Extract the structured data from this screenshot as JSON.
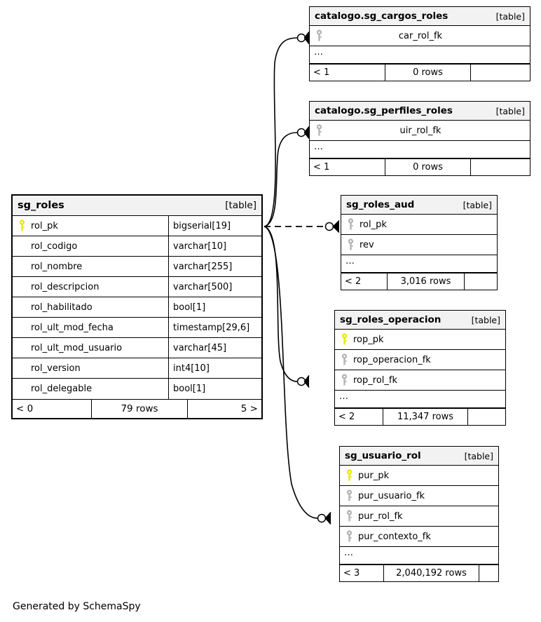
{
  "diagram": {
    "credit": "Generated by SchemaSpy",
    "table_tag": "[table]",
    "ellipsis": "…",
    "colors": {
      "header_bg": "#f2f2f2",
      "border": "#000000",
      "pk_key": "#e8e800",
      "fk_key": "#b3b3b3",
      "edge": "#000000"
    }
  },
  "tables": {
    "sg_roles": {
      "name": "sg_roles",
      "tag": "[table]",
      "columns": [
        {
          "name": "rol_pk",
          "type": "bigserial[19]",
          "key": "pk"
        },
        {
          "name": "rol_codigo",
          "type": "varchar[10]",
          "key": "none"
        },
        {
          "name": "rol_nombre",
          "type": "varchar[255]",
          "key": "none"
        },
        {
          "name": "rol_descripcion",
          "type": "varchar[500]",
          "key": "none"
        },
        {
          "name": "rol_habilitado",
          "type": "bool[1]",
          "key": "none"
        },
        {
          "name": "rol_ult_mod_fecha",
          "type": "timestamp[29,6]",
          "key": "none"
        },
        {
          "name": "rol_ult_mod_usuario",
          "type": "varchar[45]",
          "key": "none"
        },
        {
          "name": "rol_version",
          "type": "int4[10]",
          "key": "none"
        },
        {
          "name": "rol_delegable",
          "type": "bool[1]",
          "key": "none"
        }
      ],
      "footer": {
        "left": "< 0",
        "middle": "79 rows",
        "right": "5 >"
      }
    },
    "cargos_roles": {
      "name": "catalogo.sg_cargos_roles",
      "tag": "[table]",
      "columns": [
        {
          "name": "car_rol_fk",
          "type": "",
          "key": "fk"
        }
      ],
      "footer": {
        "left": "< 1",
        "middle": "0 rows",
        "right": ""
      }
    },
    "perfiles_roles": {
      "name": "catalogo.sg_perfiles_roles",
      "tag": "[table]",
      "columns": [
        {
          "name": "uir_rol_fk",
          "type": "",
          "key": "fk"
        }
      ],
      "footer": {
        "left": "< 1",
        "middle": "0 rows",
        "right": ""
      }
    },
    "roles_aud": {
      "name": "sg_roles_aud",
      "tag": "[table]",
      "columns": [
        {
          "name": "rol_pk",
          "type": "",
          "key": "fk"
        },
        {
          "name": "rev",
          "type": "",
          "key": "fk"
        }
      ],
      "footer": {
        "left": "< 2",
        "middle": "3,016 rows",
        "right": ""
      }
    },
    "roles_operacion": {
      "name": "sg_roles_operacion",
      "tag": "[table]",
      "columns": [
        {
          "name": "rop_pk",
          "type": "",
          "key": "pk"
        },
        {
          "name": "rop_operacion_fk",
          "type": "",
          "key": "fk"
        },
        {
          "name": "rop_rol_fk",
          "type": "",
          "key": "fk"
        }
      ],
      "footer": {
        "left": "< 2",
        "middle": "11,347 rows",
        "right": ""
      }
    },
    "usuario_rol": {
      "name": "sg_usuario_rol",
      "tag": "[table]",
      "columns": [
        {
          "name": "pur_pk",
          "type": "",
          "key": "pk"
        },
        {
          "name": "pur_usuario_fk",
          "type": "",
          "key": "fk"
        },
        {
          "name": "pur_rol_fk",
          "type": "",
          "key": "fk"
        },
        {
          "name": "pur_contexto_fk",
          "type": "",
          "key": "fk"
        }
      ],
      "footer": {
        "left": "< 3",
        "middle": "2,040,192 rows",
        "right": ""
      }
    }
  },
  "relationships": [
    {
      "from": "sg_roles.rol_pk",
      "to": "catalogo.sg_cargos_roles.car_rol_fk",
      "style": "solid"
    },
    {
      "from": "sg_roles.rol_pk",
      "to": "catalogo.sg_perfiles_roles.uir_rol_fk",
      "style": "solid"
    },
    {
      "from": "sg_roles.rol_pk",
      "to": "sg_roles_aud.rol_pk",
      "style": "dashed"
    },
    {
      "from": "sg_roles.rol_pk",
      "to": "sg_roles_operacion.rop_rol_fk",
      "style": "solid"
    },
    {
      "from": "sg_roles.rol_pk",
      "to": "sg_usuario_rol.pur_rol_fk",
      "style": "solid"
    }
  ]
}
